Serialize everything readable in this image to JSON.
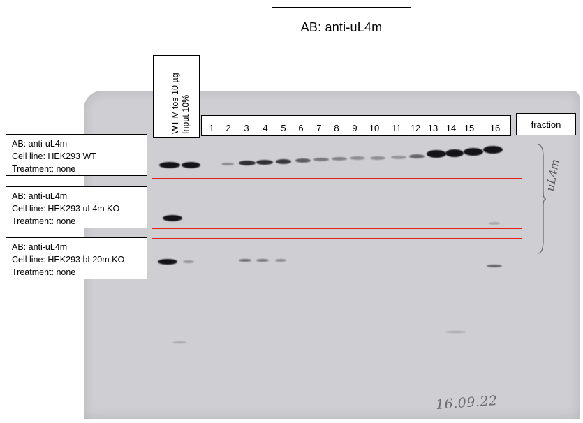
{
  "title": "AB: anti-uL4m",
  "input_label": [
    "WT Mitos 10 µg",
    "Input 10%"
  ],
  "fractions": [
    "1",
    "2",
    "3",
    "4",
    "5",
    "6",
    "7",
    "8",
    "9",
    "10",
    "11",
    "12",
    "13",
    "14",
    "15",
    "16"
  ],
  "fraction_label": "fraction",
  "panels": [
    {
      "antibody": "AB: anti-uL4m",
      "cell_line": "Cell line: HEK293 WT",
      "treatment": "Treatment: none"
    },
    {
      "antibody": "AB: anti-uL4m",
      "cell_line": "Cell line: HEK293 uL4m KO",
      "treatment": "Treatment: none"
    },
    {
      "antibody": "AB: anti-uL4m",
      "cell_line": "Cell line: HEK293 bL20m KO",
      "treatment": "Treatment: none"
    }
  ],
  "handwritten": {
    "date": "16.09.22",
    "side_label": "uL4m"
  },
  "colors": {
    "frame": "#e0201b",
    "membrane": "#cfcfd3",
    "band": "#141418"
  }
}
